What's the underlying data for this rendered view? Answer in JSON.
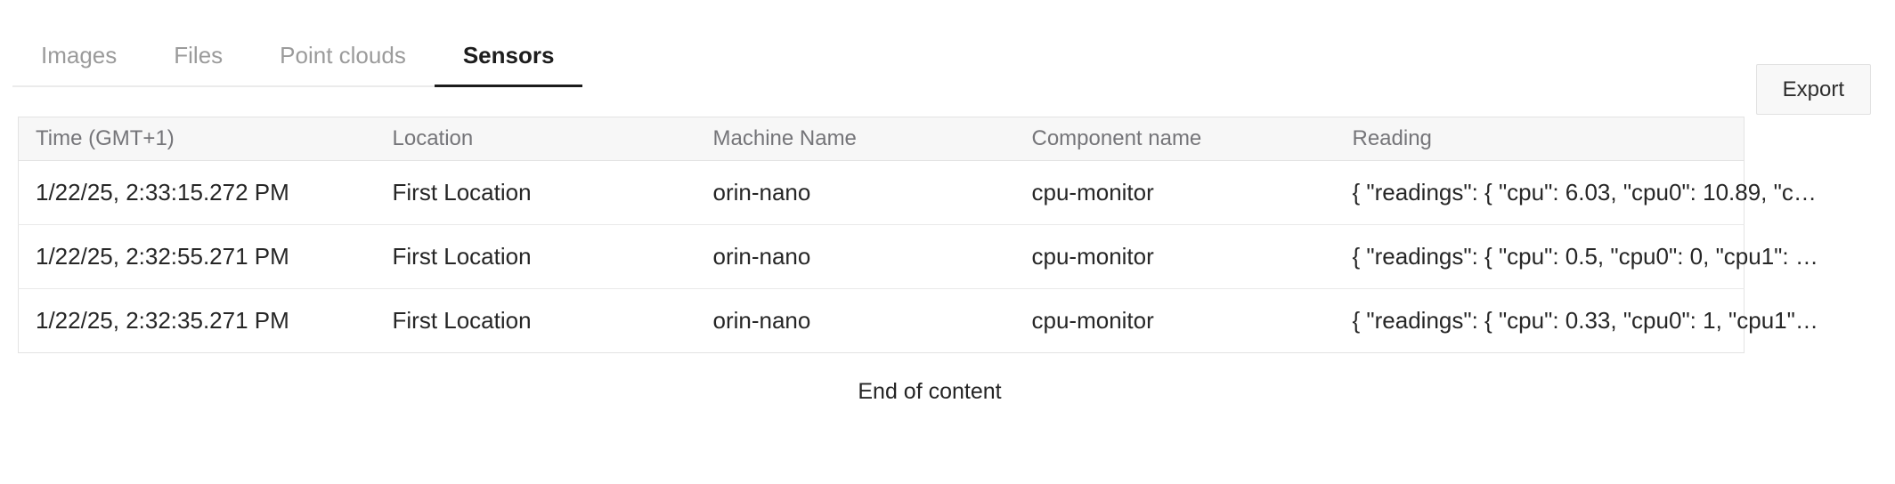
{
  "tabs": [
    {
      "label": "Images",
      "active": false
    },
    {
      "label": "Files",
      "active": false
    },
    {
      "label": "Point clouds",
      "active": false
    },
    {
      "label": "Sensors",
      "active": true
    }
  ],
  "toolbar": {
    "export_label": "Export"
  },
  "table": {
    "columns": [
      "Time (GMT+1)",
      "Location",
      "Machine Name",
      "Component name",
      "Reading"
    ],
    "rows": [
      {
        "time": "1/22/25, 2:33:15.272 PM",
        "location": "First Location",
        "machine": "orin-nano",
        "component": "cpu-monitor",
        "reading": "{ \"readings\": { \"cpu\": 6.03, \"cpu0\": 10.89, \"c…"
      },
      {
        "time": "1/22/25, 2:32:55.271 PM",
        "location": "First Location",
        "machine": "orin-nano",
        "component": "cpu-monitor",
        "reading": "{ \"readings\": { \"cpu\": 0.5, \"cpu0\": 0, \"cpu1\": …"
      },
      {
        "time": "1/22/25, 2:32:35.271 PM",
        "location": "First Location",
        "machine": "orin-nano",
        "component": "cpu-monitor",
        "reading": "{ \"readings\": { \"cpu\": 0.33, \"cpu0\": 1, \"cpu1\"…"
      }
    ]
  },
  "footer": {
    "end_message": "End of content"
  },
  "colors": {
    "active_tab": "#1c1c1c",
    "inactive_tab": "#9b9b9b",
    "header_text": "#757579",
    "header_bg": "#f7f7f7",
    "border": "#e3e3e3",
    "body_text": "#262626",
    "export_bg": "#f8f8f8"
  }
}
